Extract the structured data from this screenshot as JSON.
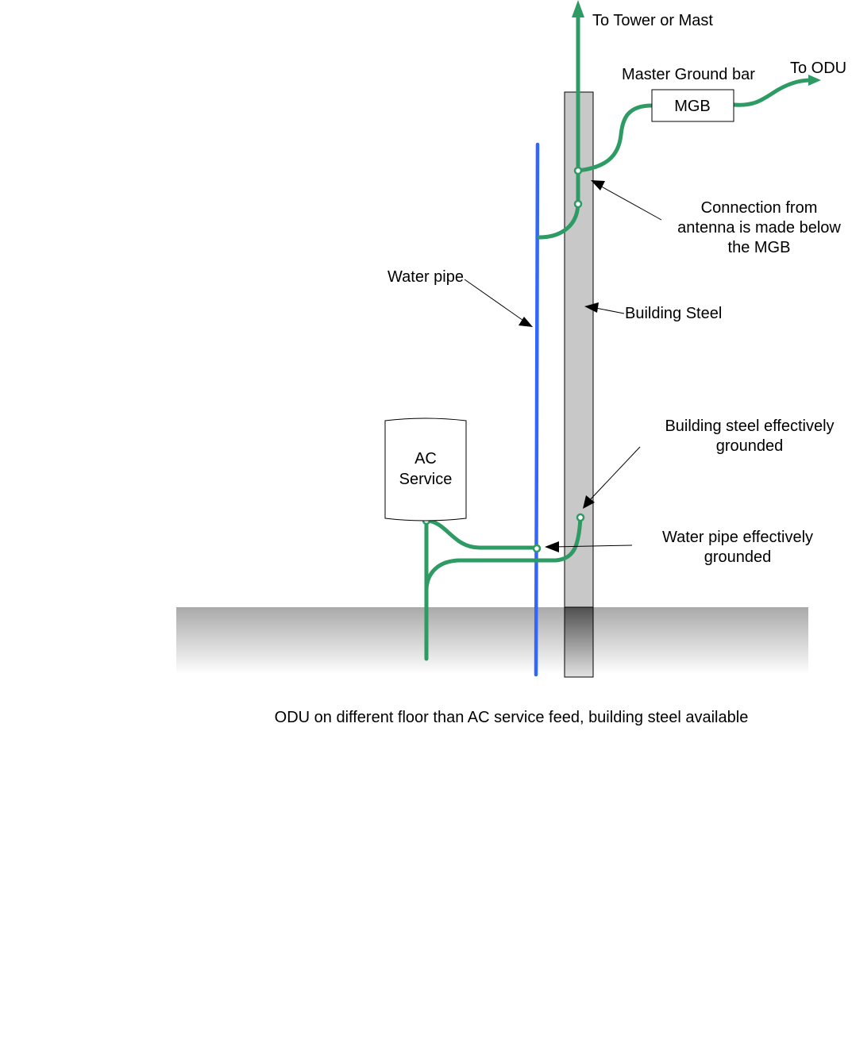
{
  "labels": {
    "to_tower": "To Tower or Mast",
    "master_ground_bar": "Master Ground bar",
    "to_odu": "To ODU",
    "mgb_box": "MGB",
    "connection_note": [
      "Connection from",
      "antenna is made below",
      "the MGB"
    ],
    "water_pipe": "Water pipe",
    "building_steel": "Building Steel",
    "ac_service": [
      "AC",
      "Service"
    ],
    "steel_grounded": [
      "Building steel effectively",
      "grounded"
    ],
    "pipe_grounded": [
      "Water pipe effectively",
      "grounded"
    ],
    "caption": "ODU on different floor than AC service feed, building steel available"
  },
  "colors": {
    "ground_wire": "#2e9a64",
    "water_pipe": "#3366ff",
    "building_steel_fill": "#c8c8c8",
    "outline": "#000000"
  }
}
